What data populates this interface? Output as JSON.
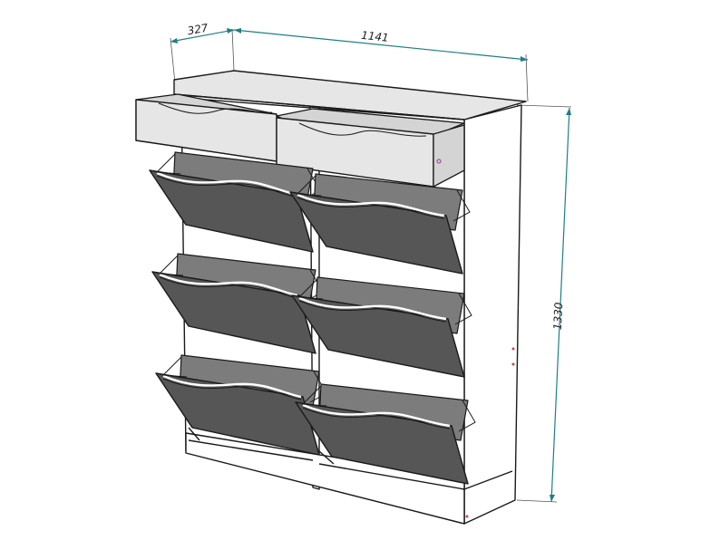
{
  "dimensions": {
    "depth": "327",
    "width": "1141",
    "height": "1330"
  },
  "colors": {
    "dimension_line": "#1e7f86",
    "outline": "#1a1a1a",
    "flap_fill": "#565656",
    "drawer_fill": "#e6e6e6",
    "body_fill": "#ffffff"
  },
  "parts": {
    "drawers": 2,
    "flaps": 6
  }
}
